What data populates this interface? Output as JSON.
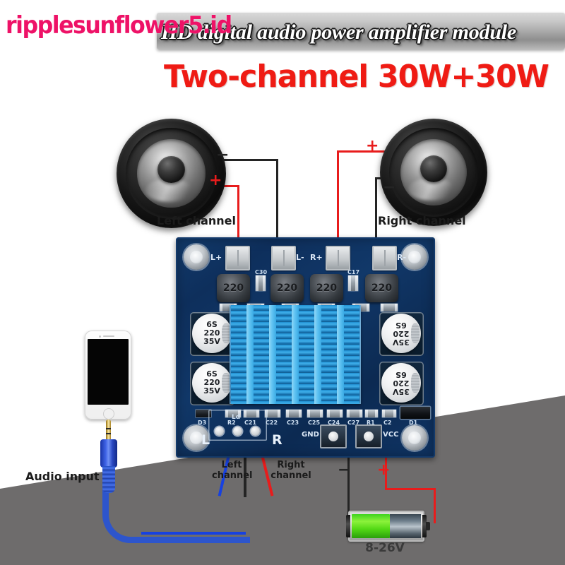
{
  "header": {
    "title": "HD digital audio power amplifier module",
    "subtitle": "Two-channel 30W+30W",
    "watermark": "ripplesunflower5.id",
    "accent_red": "#ef1b14",
    "watermark_pink": "#ee1267",
    "bar_gray": "#a8a8a8"
  },
  "diagram": {
    "left_speaker_label": "Left channel",
    "right_speaker_label": "Right channel",
    "audio_input_label": "Audio input",
    "input_left_label": "Left\nchannel",
    "input_left_line1": "Left",
    "input_left_line2": "channel",
    "input_right_line1": "Right",
    "input_right_line2": "channel",
    "battery_label": "8-26V",
    "signs": {
      "plus": "+",
      "minus": "−"
    },
    "wire_colors": {
      "positive": "#e81c1c",
      "negative": "#242424",
      "audio_left": "#1741e0",
      "audio_ground": "#242424",
      "audio_right": "#e81c1c"
    }
  },
  "pcb": {
    "board_color": "#113869",
    "heatsink_color": "#2e95d8",
    "output_terminals": [
      {
        "id": "l-plus",
        "label": "L+"
      },
      {
        "id": "l-minus",
        "label": "L-"
      },
      {
        "id": "r-plus",
        "label": "R+"
      },
      {
        "id": "r-minus",
        "label": "R-"
      }
    ],
    "power_terminals": [
      {
        "id": "gnd",
        "label": "GND"
      },
      {
        "id": "vcc",
        "label": "VCC"
      }
    ],
    "inductors": [
      {
        "id": "l1",
        "label": "220"
      },
      {
        "id": "l2",
        "label": "220"
      },
      {
        "id": "l3",
        "label": "220"
      },
      {
        "id": "l4",
        "label": "220"
      }
    ],
    "capacitors": [
      {
        "id": "c-top-left",
        "line1": "6S",
        "line2": "220",
        "line3": "35V",
        "flipped": false
      },
      {
        "id": "c-bottom-left",
        "line1": "6S",
        "line2": "220",
        "line3": "35V",
        "flipped": false
      },
      {
        "id": "c-top-right",
        "line1": "6S",
        "line2": "220",
        "line3": "35V",
        "flipped": true
      },
      {
        "id": "c-bottom-right",
        "line1": "6S",
        "line2": "220",
        "line3": "35V",
        "flipped": true
      }
    ],
    "silkscreen_bottom": [
      "D3",
      "R2",
      "C21",
      "C22",
      "C23",
      "C25",
      "C24",
      "C27",
      "R1",
      "C2",
      "D1"
    ],
    "silkscreen_top": [
      "C30",
      "C17"
    ],
    "audio_header": {
      "ground_mark": "Ld",
      "left_mark": "L",
      "right_mark": "R"
    }
  }
}
